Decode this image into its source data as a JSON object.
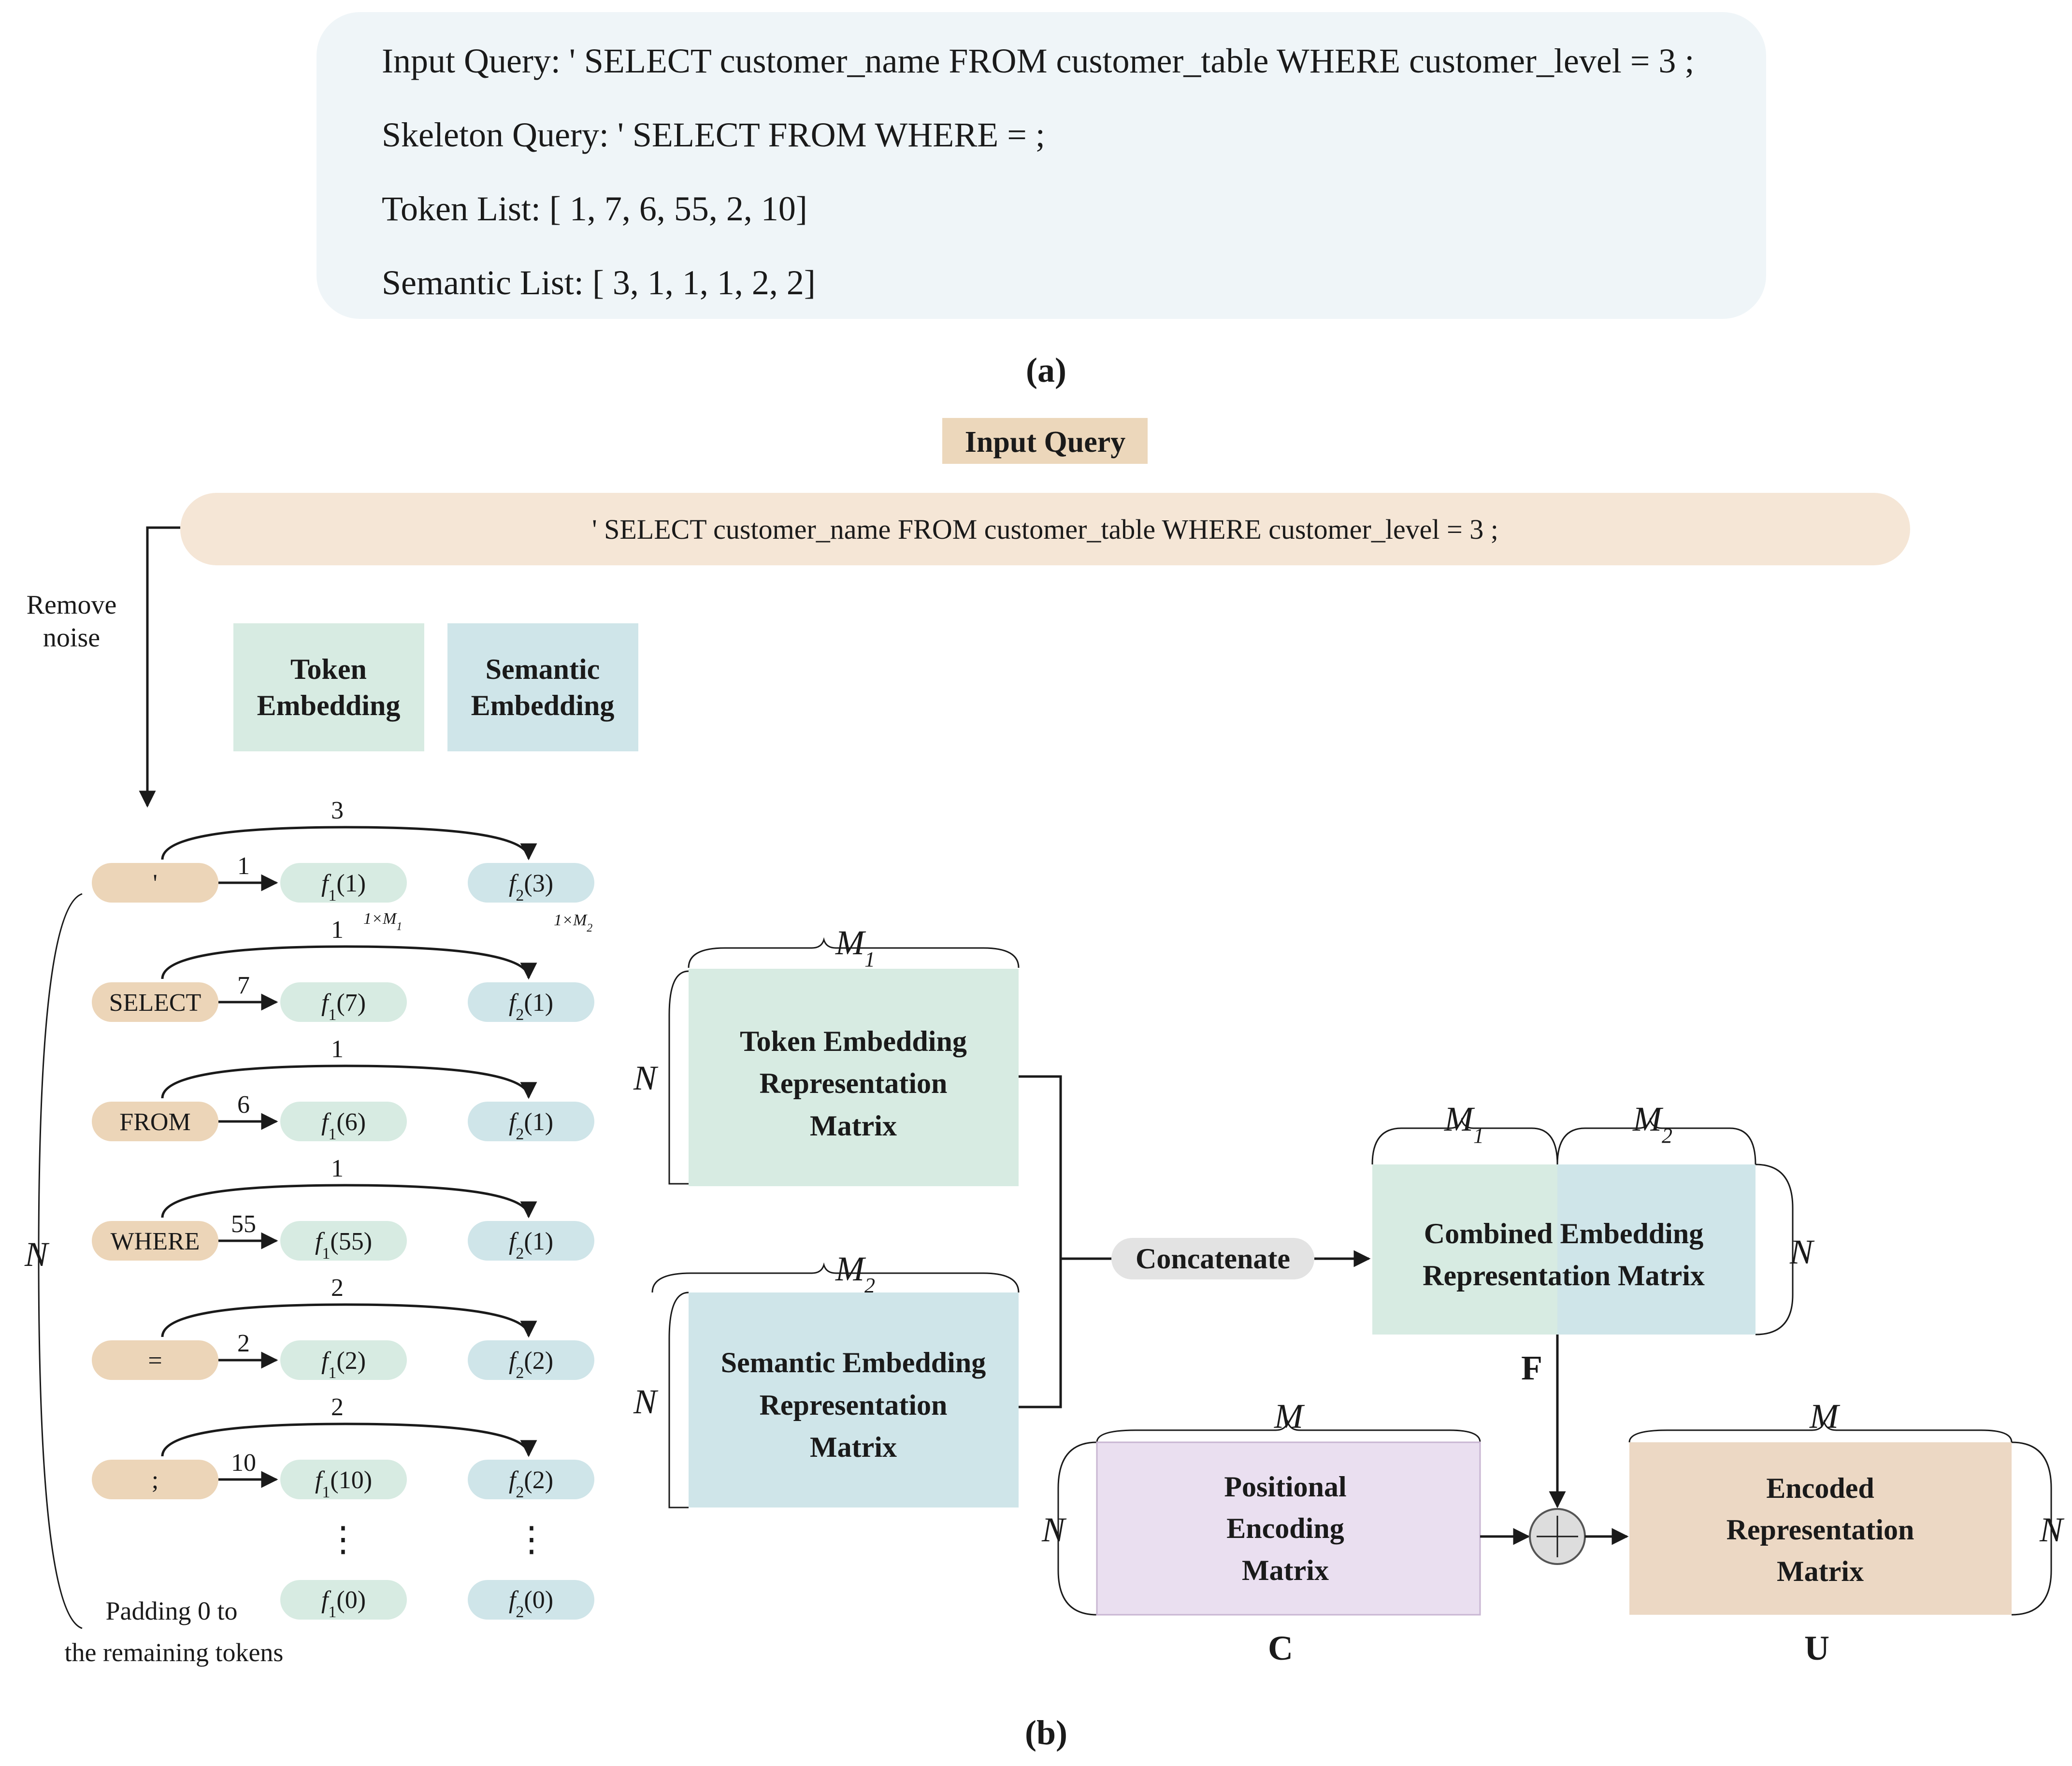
{
  "panel_a": {
    "lines": [
      "Input Query: ' SELECT customer_name FROM customer_table WHERE customer_level = 3 ;",
      "Skeleton Query: ' SELECT FROM WHERE = ;",
      "Token List: [ 1, 7, 6, 55, 2, 10]",
      "Semantic List: [ 3, 1, 1, 1, 2, 2]"
    ],
    "caption": "(a)"
  },
  "panel_b": {
    "caption": "(b)",
    "input_query_label": "Input Query",
    "input_query_text": "' SELECT customer_name FROM customer_table WHERE customer_level = 3 ;",
    "remove_noise": [
      "Remove",
      "noise"
    ],
    "legend_token": [
      "Token",
      "Embedding"
    ],
    "legend_semantic": [
      "Semantic",
      "Embedding"
    ],
    "n_label": "N",
    "tokens": [
      {
        "token": "'",
        "token_id": "1",
        "semantic_id": "3",
        "f1": "(1)",
        "f2": "(3)"
      },
      {
        "token": "SELECT",
        "token_id": "7",
        "semantic_id": "1",
        "f1": "(7)",
        "f2": "(1)"
      },
      {
        "token": "FROM",
        "token_id": "6",
        "semantic_id": "1",
        "f1": "(6)",
        "f2": "(1)"
      },
      {
        "token": "WHERE",
        "token_id": "55",
        "semantic_id": "1",
        "f1": "(55)",
        "f2": "(1)"
      },
      {
        "token": "=",
        "token_id": "2",
        "semantic_id": "2",
        "f1": "(2)",
        "f2": "(2)"
      },
      {
        "token": ";",
        "token_id": "10",
        "semantic_id": "2",
        "f1": "(10)",
        "f2": "(2)"
      }
    ],
    "f1_prefix": "f",
    "f1_sub": "1",
    "f2_prefix": "f",
    "f2_sub": "2",
    "f1_padding": "(0)",
    "f2_padding": "(0)",
    "dims_1": "1×M",
    "dims_1_sub": "1",
    "dims_2": "1×M",
    "dims_2_sub": "2",
    "ellipsis": "⋮",
    "padding_note": [
      "Padding 0 to",
      "the remaining tokens"
    ],
    "token_matrix": [
      "Token Embedding",
      "Representation",
      "Matrix"
    ],
    "semantic_matrix": [
      "Semantic Embedding",
      "Representation",
      "Matrix"
    ],
    "m1": "M",
    "m1_sub": "1",
    "m2": "M",
    "m2_sub": "2",
    "m": "M",
    "concatenate": "Concatenate",
    "combined_matrix": [
      "Combined Embedding",
      "Representation Matrix"
    ],
    "combined_letter": "F",
    "positional_matrix": [
      "Positional",
      "Encoding",
      "Matrix"
    ],
    "positional_letter": "C",
    "encoded_matrix": [
      "Encoded",
      "Representation",
      "Matrix"
    ],
    "encoded_letter": "U"
  },
  "colors": {
    "panel_a_bg": "#eff5f8",
    "input_query_label_bg": "#ecd7bb",
    "input_query_bar_bg": "#f5e6d6",
    "token_bg": "#ecd5b8",
    "token_embedding": "#d7ebe2",
    "semantic_embedding": "#cfe5e9",
    "concatenate_bg": "#e3e3e3",
    "positional": "#eadff0",
    "encoded": "#ecd8c4",
    "plus_bg": "#dddddd"
  }
}
